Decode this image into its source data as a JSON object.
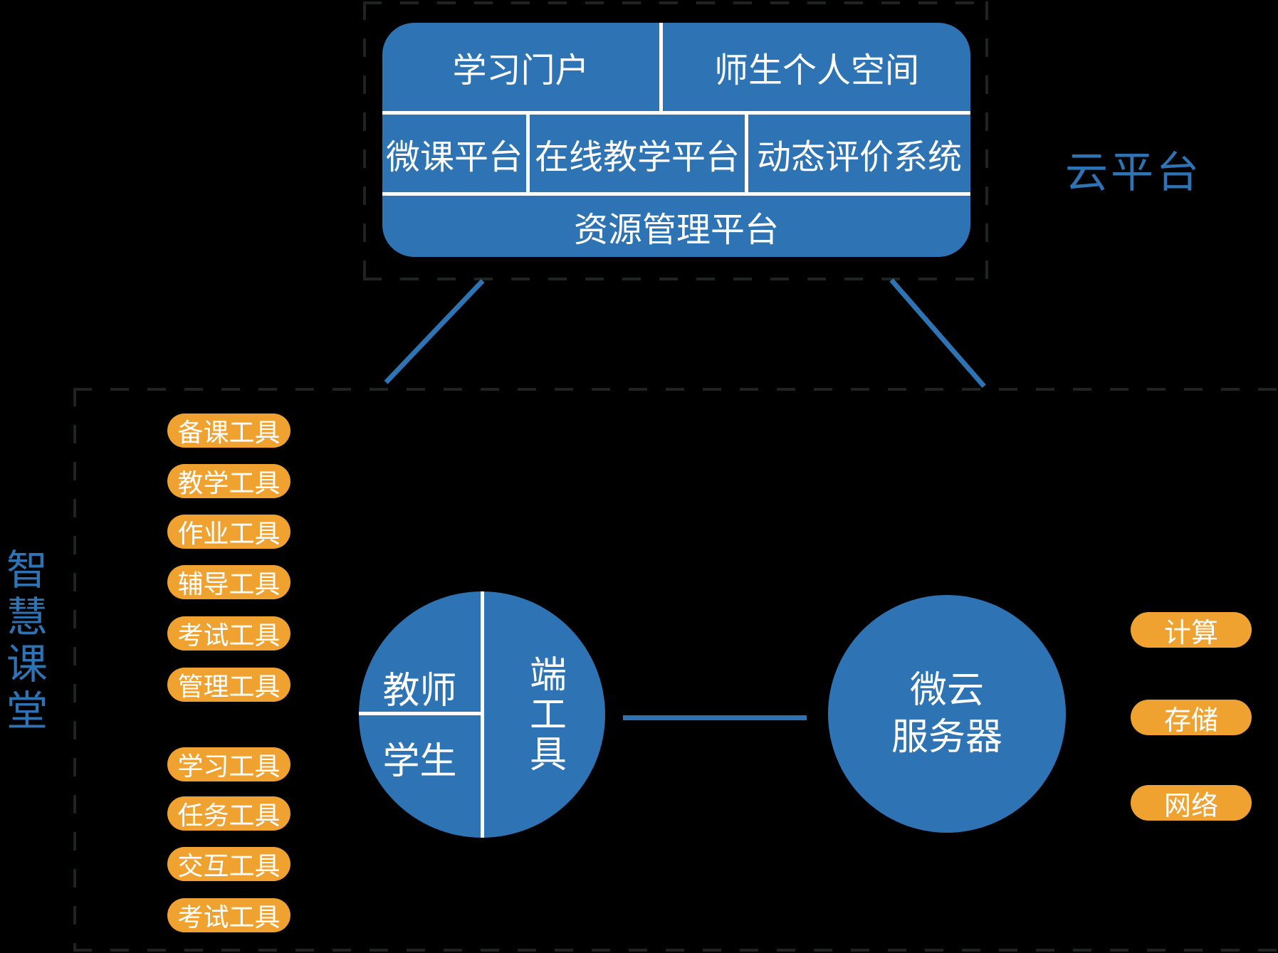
{
  "colors": {
    "background": "#000000",
    "primary_blue": "#2E74B5",
    "accent_orange": "#F0A230",
    "divider_white": "#FFFFFF",
    "dashed_guide": "#1E2422"
  },
  "cloud_platform": {
    "section_label": "云平台",
    "row1": {
      "cell1": "学习门户",
      "cell2": "师生个人空间"
    },
    "row2": {
      "cell1": "微课平台",
      "cell2": "在线教学平台",
      "cell3": "动态评价系统"
    },
    "row3": {
      "cell1": "资源管理平台"
    }
  },
  "smart_classroom": {
    "section_label": "智慧课堂",
    "teacher_tools": [
      "备课工具",
      "教学工具",
      "作业工具",
      "辅导工具",
      "考试工具",
      "管理工具"
    ],
    "student_tools": [
      "学习工具",
      "任务工具",
      "交互工具",
      "考试工具"
    ],
    "terminal_circle": {
      "top_left": "教师",
      "bottom_left": "学生",
      "right_vertical": "端工具"
    },
    "server_circle": {
      "line1": "微云",
      "line2": "服务器"
    },
    "server_resources": [
      "计算",
      "存储",
      "网络"
    ]
  }
}
